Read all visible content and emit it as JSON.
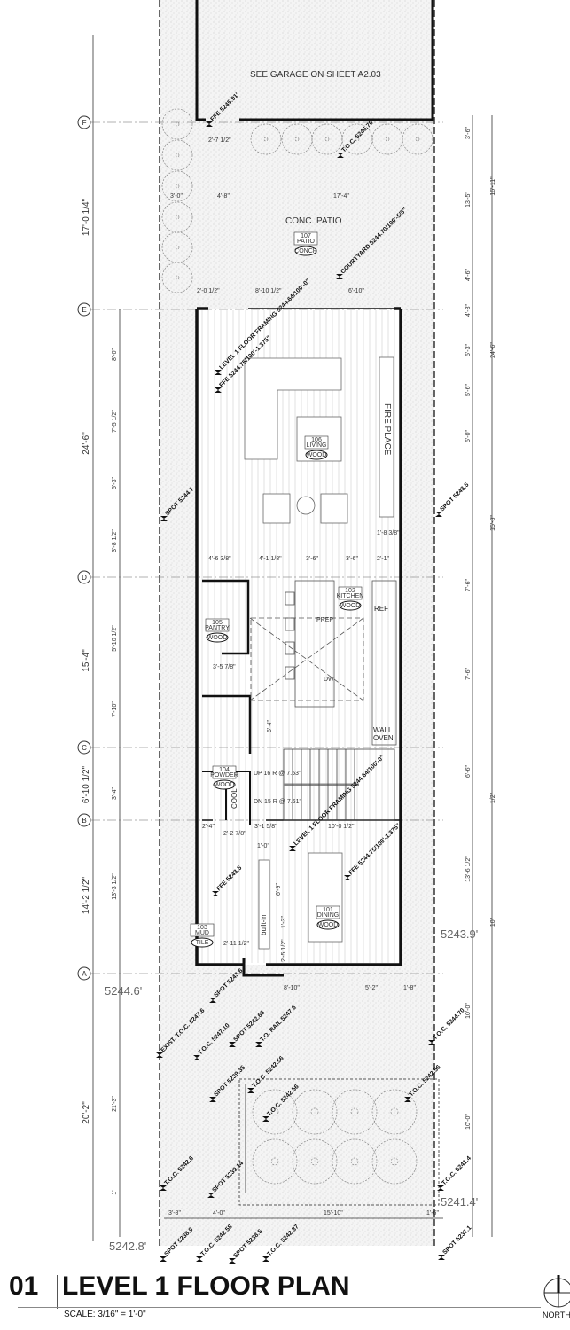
{
  "title": {
    "number": "01",
    "name": "LEVEL 1 FLOOR PLAN",
    "scale": "SCALE:   3/16\" = 1'-0\"",
    "north": "NORTH"
  },
  "notes": {
    "garage": "SEE GARAGE ON SHEET A2.03",
    "patio": "CONC. PATIO",
    "fireplace": "FIRE PLACE",
    "ref": "REF",
    "wall_oven_1": "WALL",
    "wall_oven_2": "OVEN",
    "cool": "COOL",
    "builtin": "built-in",
    "stair_up": "UP 16 R @ 7.53\"",
    "stair_dn": "DN 15 R @ 7.61\"",
    "prep": "PREP",
    "dw": "DW"
  },
  "grid": [
    "F",
    "E",
    "D",
    "C",
    "B",
    "A"
  ],
  "rooms": [
    {
      "num": "107",
      "name": "PATIO",
      "mat": "CONCR"
    },
    {
      "num": "106",
      "name": "LIVING",
      "mat": "WOOD"
    },
    {
      "num": "102",
      "name": "KITCHEN",
      "mat": "WOOD"
    },
    {
      "num": "105",
      "name": "PANTRY",
      "mat": "WOOD"
    },
    {
      "num": "104",
      "name": "POWDER",
      "mat": "WOOD"
    },
    {
      "num": "101",
      "name": "DINING",
      "mat": "WOOD"
    },
    {
      "num": "103",
      "name": "MUD",
      "mat": "TILE"
    }
  ],
  "elevations": [
    "5244.6'",
    "5243.9'",
    "5242.8'",
    "5241.4'"
  ],
  "annotations": [
    "FFE 5245.91'",
    "T.O.C. 5246.70",
    "COURTYARD 5244.70/100'-5/8\"",
    "LEVEL 1 FLOOR FRAMING 5244.64/100'-0\"",
    "FFE 5244.75/100'-1.375\"",
    "SPOT 5244.7",
    "SPOT 5243.5",
    "LEVEL 1 FLOOR FRAMING 5244.64/100'-0\"",
    "FFE 5244.75/100'-1.375\"",
    "FFE 5243.5",
    "SPOT 5243.6",
    "EXIST. T.O.C. 5247.6",
    "T.O.C. 5247.10",
    "SPOT 5242.66",
    "T.O. RAIL 5247.6",
    "T.O.C. 5242.56",
    "T.O.C. 5244.70",
    "T.O.C. 5242.56",
    "T.O.C. 5242.56",
    "SPOT 5239.35",
    "SPOT 5239.14",
    "T.O.C. 5242.6",
    "T.O.C. 5241.4",
    "SPOT 5238.9",
    "T.O.C. 5242.58",
    "SPOT 5238.5",
    "T.O.C. 5242.37",
    "SPOT 5237.1"
  ],
  "dims": {
    "left_overall": [
      "17'-0 1/4\"",
      "24'-6\"",
      "15'-4\"",
      "6'-10 1/2\"",
      "14'-2 1/2\"",
      "20'-2\""
    ],
    "left_detail": [
      "8'-0\"",
      "7'-5 1/2\"",
      "5'-3\"",
      "3'-8 1/2\"",
      "5'-10 1/2\"",
      "7'-10\"",
      "3'-4\"",
      "13'-3 1/2\"",
      "21'-3\"",
      "1'"
    ],
    "right_detail": [
      "3'-6\"",
      "13'-5\"",
      "4'-6\"",
      "4'-3\"",
      "5'-3\"",
      "5'-6\"",
      "5'-0\"",
      "7'-6\"",
      "7'-6\"",
      "6'-6\"",
      "13'-6 1/2\"",
      "10'-0\"",
      "10'-0\""
    ],
    "right_overall": [
      "16'-11\"",
      "24'-6\"",
      "15'-8\"",
      "1/2\"",
      "10\""
    ],
    "horizontal": [
      "2'-7 1/2\"",
      "3'-0\"",
      "4'-8\"",
      "17'-4\"",
      "2'-0 1/2\"",
      "8'-10 1/2\"",
      "6'-10\"",
      "1'-8 3/8\"",
      "4'-6 3/8\"",
      "4'-1 1/8\"",
      "3'-6\"",
      "3'-6\"",
      "2'-1\"",
      "3'-5 7/8\"",
      "6'-4\"",
      "2'-4\"",
      "2'-2 7/8\"",
      "3'-1 5/8\"",
      "10'-0 1/2\"",
      "1'-0\"",
      "6'-9\"",
      "1'-3\"",
      "2'-5 1/2\"",
      "2'-11 1/2\"",
      "8'-10\"",
      "5'-2\"",
      "1'-8\"",
      "3'-8\"",
      "4'-0\"",
      "15'-10\"",
      "1'-6\""
    ]
  }
}
